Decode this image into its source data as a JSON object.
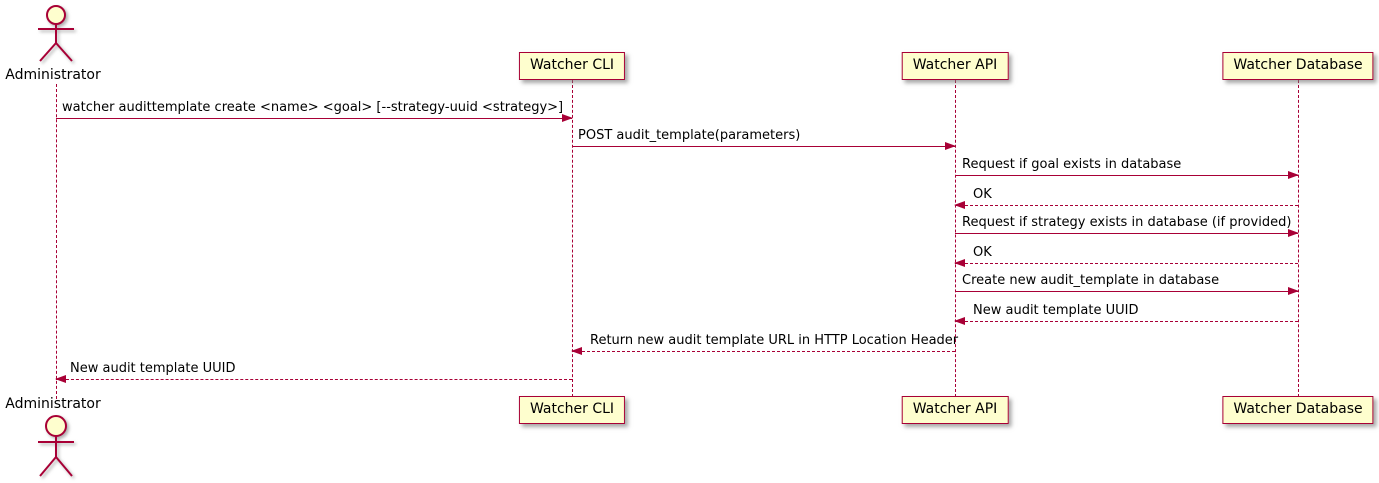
{
  "colors": {
    "stroke": "#A80036",
    "participant_fill": "#FEFECE",
    "text": "#000000",
    "background": "#FFFFFF"
  },
  "participants": {
    "administrator": {
      "label": "Administrator",
      "type": "actor"
    },
    "cli": {
      "label": "Watcher CLI",
      "type": "participant"
    },
    "api": {
      "label": "Watcher API",
      "type": "participant"
    },
    "db": {
      "label": "Watcher Database",
      "type": "participant"
    }
  },
  "messages": [
    {
      "label": "watcher audittemplate create <name> <goal> [--strategy-uuid <strategy>]",
      "from": "Administrator",
      "to": "Watcher CLI",
      "line": "solid"
    },
    {
      "label": "POST audit_template(parameters)",
      "from": "Watcher CLI",
      "to": "Watcher API",
      "line": "solid"
    },
    {
      "label": "Request if goal exists in database",
      "from": "Watcher API",
      "to": "Watcher Database",
      "line": "solid"
    },
    {
      "label": "OK",
      "from": "Watcher Database",
      "to": "Watcher API",
      "line": "dashed"
    },
    {
      "label": "Request if strategy exists in database (if provided)",
      "from": "Watcher API",
      "to": "Watcher Database",
      "line": "solid"
    },
    {
      "label": "OK",
      "from": "Watcher Database",
      "to": "Watcher API",
      "line": "dashed"
    },
    {
      "label": "Create new audit_template in database",
      "from": "Watcher API",
      "to": "Watcher Database",
      "line": "solid"
    },
    {
      "label": "New audit template UUID",
      "from": "Watcher Database",
      "to": "Watcher API",
      "line": "dashed"
    },
    {
      "label": "Return new audit template URL in HTTP Location Header",
      "from": "Watcher API",
      "to": "Watcher CLI",
      "line": "dashed"
    },
    {
      "label": "New audit template UUID",
      "from": "Watcher CLI",
      "to": "Administrator",
      "line": "dashed"
    }
  ]
}
